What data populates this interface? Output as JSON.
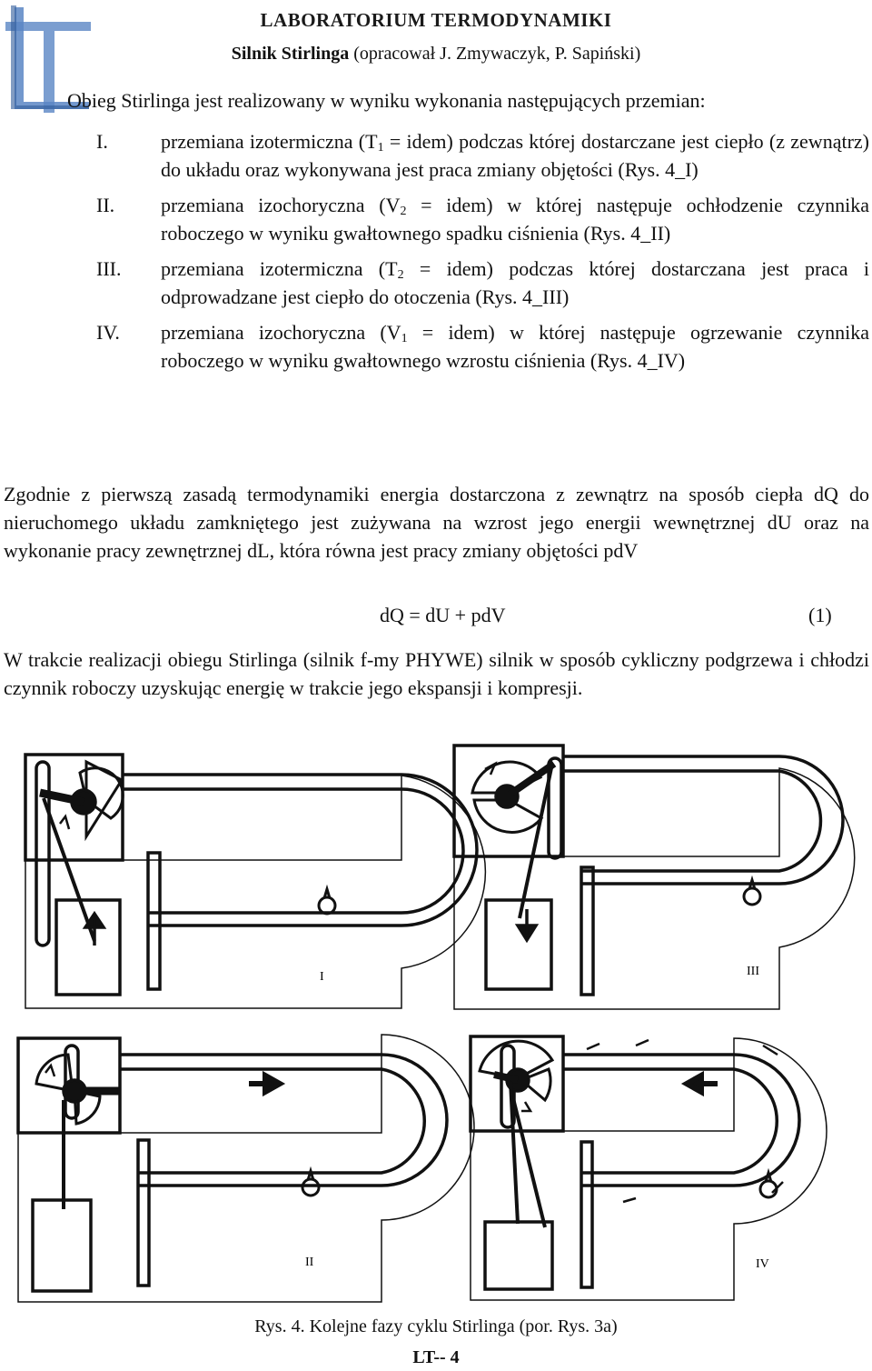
{
  "header": {
    "lab_title": "LABORATORIUM  TERMODYNAMIKI",
    "subtitle_bold": "Silnik Stirlinga",
    "subtitle_rest": " (opracował J. Zmywaczyk, P. Sapiński)",
    "logo_letters": "LT"
  },
  "intro": "Obieg Stirlinga jest realizowany w wyniku wykonania następujących przemian:",
  "processes": [
    {
      "num": "I.",
      "pre": "przemiana izotermiczna (T",
      "sub": "1",
      "post": " = idem) podczas której dostarczane jest ciepło (z zewnątrz) do układu oraz wykonywana jest praca zmiany objętości (Rys. 4_I)"
    },
    {
      "num": "II.",
      "pre": "przemiana izochoryczna (V",
      "sub": "2",
      "post": " = idem) w której następuje ochłodzenie czynnika roboczego w wyniku gwałtownego spadku ciśnienia (Rys. 4_II)"
    },
    {
      "num": "III.",
      "pre": "przemiana izotermiczna (T",
      "sub": "2",
      "post": " = idem) podczas której dostarczana jest praca i odprowadzane jest ciepło do otoczenia (Rys. 4_III)"
    },
    {
      "num": "IV.",
      "pre": "przemiana izochoryczna (V",
      "sub": "1",
      "post": " = idem) w której następuje ogrzewanie czynnika roboczego w wyniku gwałtownego wzrostu ciśnienia (Rys. 4_IV)"
    }
  ],
  "paragraph1": "Zgodnie z pierwszą zasadą termodynamiki energia dostarczona z zewnątrz na sposób ciepła dQ do nieruchomego układu zamkniętego jest zużywana na wzrost jego energii wewnętrznej dU oraz na wykonanie pracy zewnętrznej dL, która równa jest pracy zmiany objętości pdV",
  "equation": "dQ = dU + pdV",
  "equation_number": "(1)",
  "paragraph2": "W trakcie realizacji obiegu Stirlinga (silnik f-my PHYWE) silnik w sposób cykliczny podgrzewa i chłodzi czynnik roboczy uzyskując energię w trakcie jego ekspansji i kompresji.",
  "figure": {
    "panel_labels": [
      "I",
      "III",
      "II",
      "IV"
    ],
    "caption": "Rys. 4. Kolejne fazy cyklu Stirlinga (por. Rys. 3a)"
  },
  "page_number": "LT-- 4"
}
